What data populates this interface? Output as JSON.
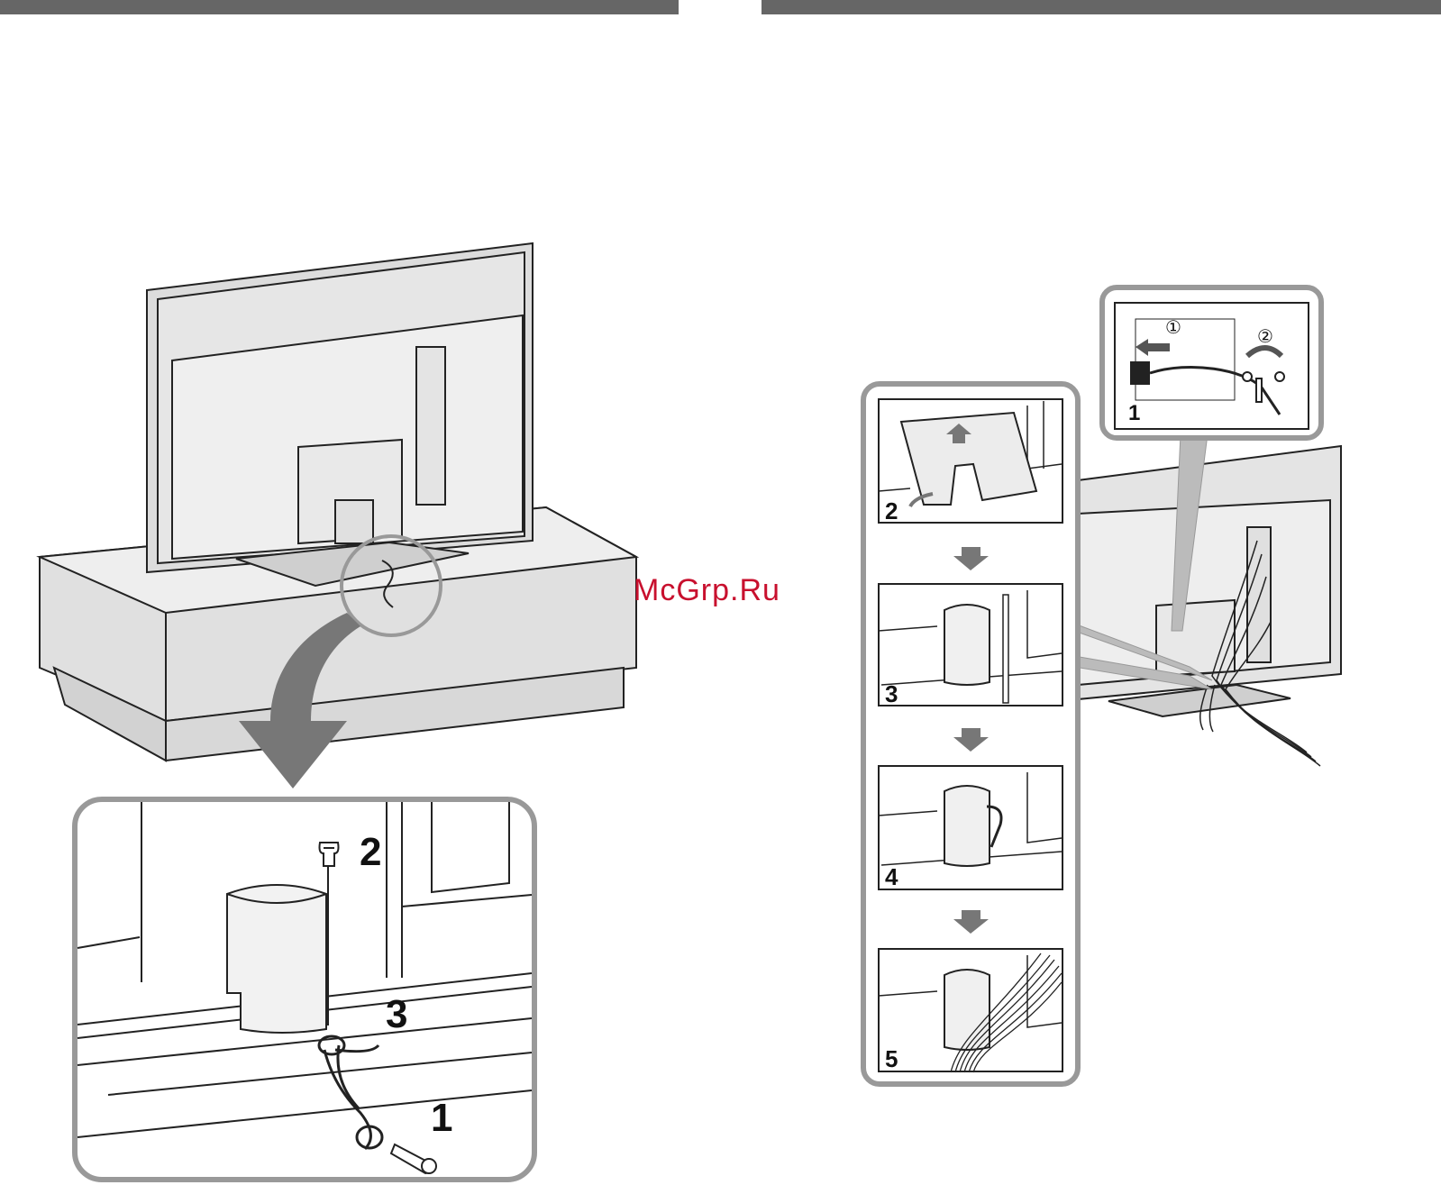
{
  "watermark": "McGrp.Ru",
  "colors": {
    "header_bar": "#666666",
    "frame": "#999999",
    "arrow": "#777777",
    "watermark": "#c8102e"
  },
  "left_detail": {
    "step1": "1",
    "step2": "2",
    "step3": "3"
  },
  "right_callout": {
    "circle1": "①",
    "circle2": "②",
    "step": "1"
  },
  "right_steps": {
    "s2": "2",
    "s3": "3",
    "s4": "4",
    "s5": "5"
  }
}
